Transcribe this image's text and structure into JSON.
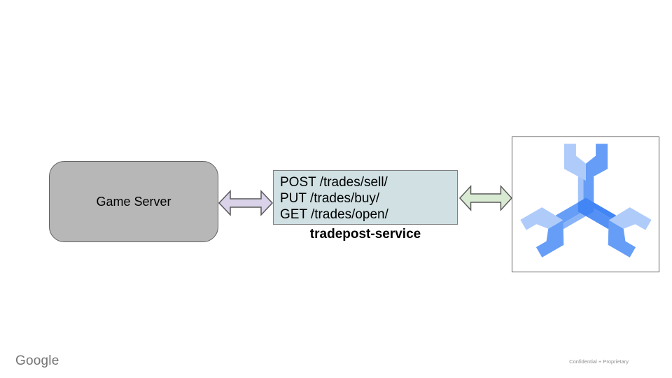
{
  "slide": {
    "background": "#ffffff"
  },
  "nodes": {
    "game_server": {
      "label": "Game Server",
      "fill": "#b7b7b7",
      "border": "#606060"
    },
    "service": {
      "endpoints": [
        "POST /trades/sell/",
        "PUT /trades/buy/",
        "GET /trades/open/"
      ],
      "label": "tradepost-service",
      "fill": "#d0e0e3",
      "border": "#7f7f7f"
    },
    "spanner_box": {
      "fill": "#ffffff",
      "border": "#5f5f5f"
    }
  },
  "connectors": {
    "left_arrow": {
      "fill": "#d9d2e9",
      "stroke": "#595959"
    },
    "right_arrow": {
      "fill": "#d9ead3",
      "stroke": "#595959"
    }
  },
  "spanner_icon": {
    "name": "cloud-spanner-icon",
    "center_fill": "#4285f4",
    "arms": [
      {
        "shaft_edge": "#a3c4fa",
        "shaft_main": "#669df6",
        "head_left": "#aecbfa",
        "head_right": "#669df6"
      },
      {
        "shaft_edge": "#4285f4",
        "shaft_main": "#5590f5",
        "head_left": "#aecbfa",
        "head_right": "#669df6"
      },
      {
        "shaft_edge": "#8ab4f8",
        "shaft_main": "#669df6",
        "head_left": "#669df6",
        "head_right": "#aecbfa"
      }
    ]
  },
  "footer": {
    "logo_text": "Google",
    "logo_color": "#747474",
    "confidential_text": "Confidential + Proprietary",
    "confidential_color": "#8f8f8f"
  }
}
